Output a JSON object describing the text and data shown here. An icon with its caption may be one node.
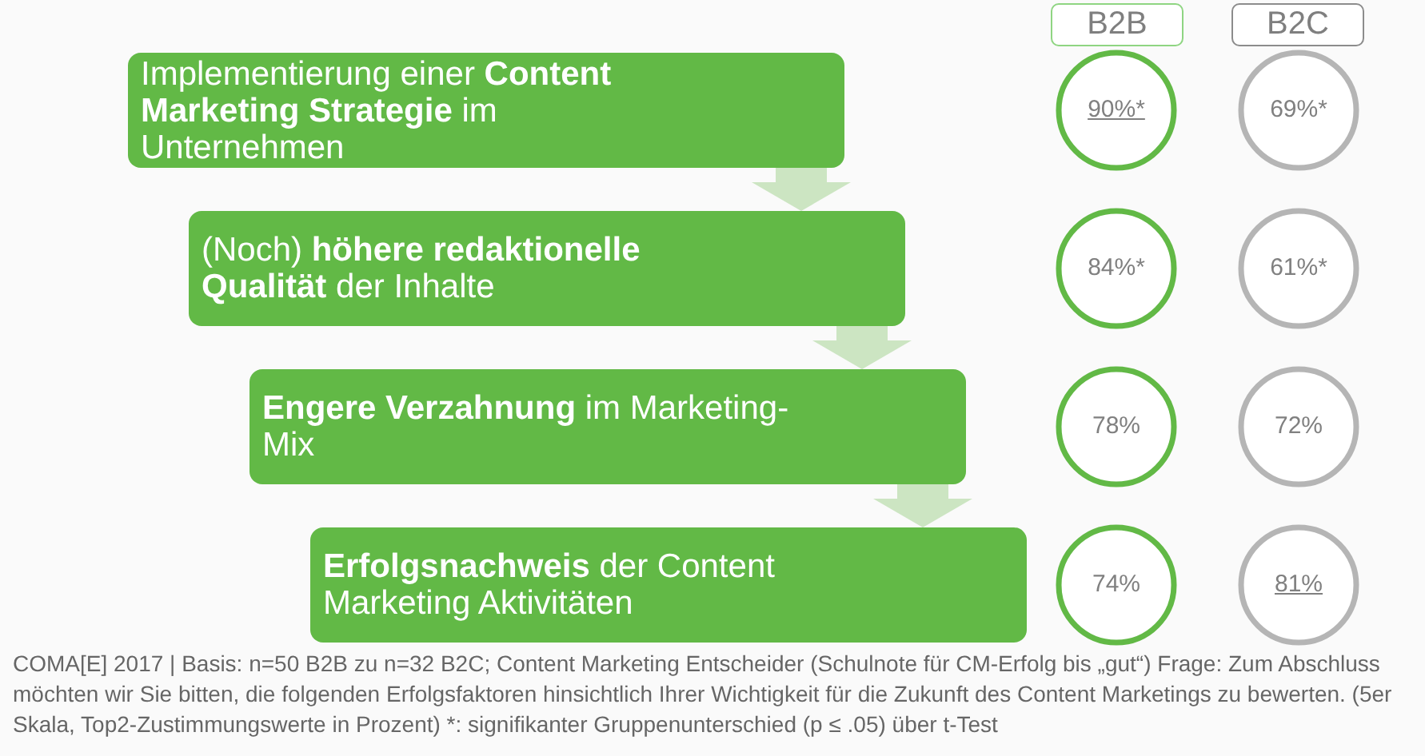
{
  "diagram": {
    "nodes": [
      {
        "text": [
          "Implementierung einer **Content Marketing Strategie** im Unternehmen"
        ]
      },
      {
        "text": [
          "(Noch) **höhere redaktionelle Qualität** der Inhalte"
        ]
      },
      {
        "text": [
          "**Engere Verzahnung** im Marketing-Mix"
        ]
      },
      {
        "text": [
          "**Erfolgsnachweis** der Content Marketing Aktivitäten"
        ]
      },
      {
        "text": [
          "B2B"
        ]
      },
      {
        "text": [
          "B2C"
        ]
      },
      {
        "text": [
          "90%*"
        ]
      },
      {
        "text": [
          "69%*"
        ]
      },
      {
        "text": [
          "84%*"
        ]
      },
      {
        "text": [
          "61%*"
        ]
      },
      {
        "text": [
          "78%"
        ]
      },
      {
        "text": [
          "72%"
        ]
      },
      {
        "text": [
          "74%"
        ]
      },
      {
        "text": [
          "81%"
        ]
      }
    ],
    "edges": [
      {
        "from": 0,
        "to": 1,
        "arrow": "to"
      },
      {
        "from": 1,
        "to": 2,
        "arrow": "to"
      },
      {
        "from": 2,
        "to": 3,
        "arrow": "to"
      }
    ],
    "caption": "COMA[E] 2017 | Basis: n=50 B2B zu n=32 B2C; Content Marketing Entscheider (Schulnote für CM-Erfolg bis „gut“) Frage: Zum Abschluss möchten wir Sie bitten, die folgenden Erfolgsfaktoren hinsichtlich Ihrer Wichtigkeit für die Zukunft des Content Marketings zu bewerten. (5er Skala, Top2-Zustimmungswerte in Prozent) *: signifikanter Gruppenunterschied (p ≤ .05) über t-Test"
  }
}
